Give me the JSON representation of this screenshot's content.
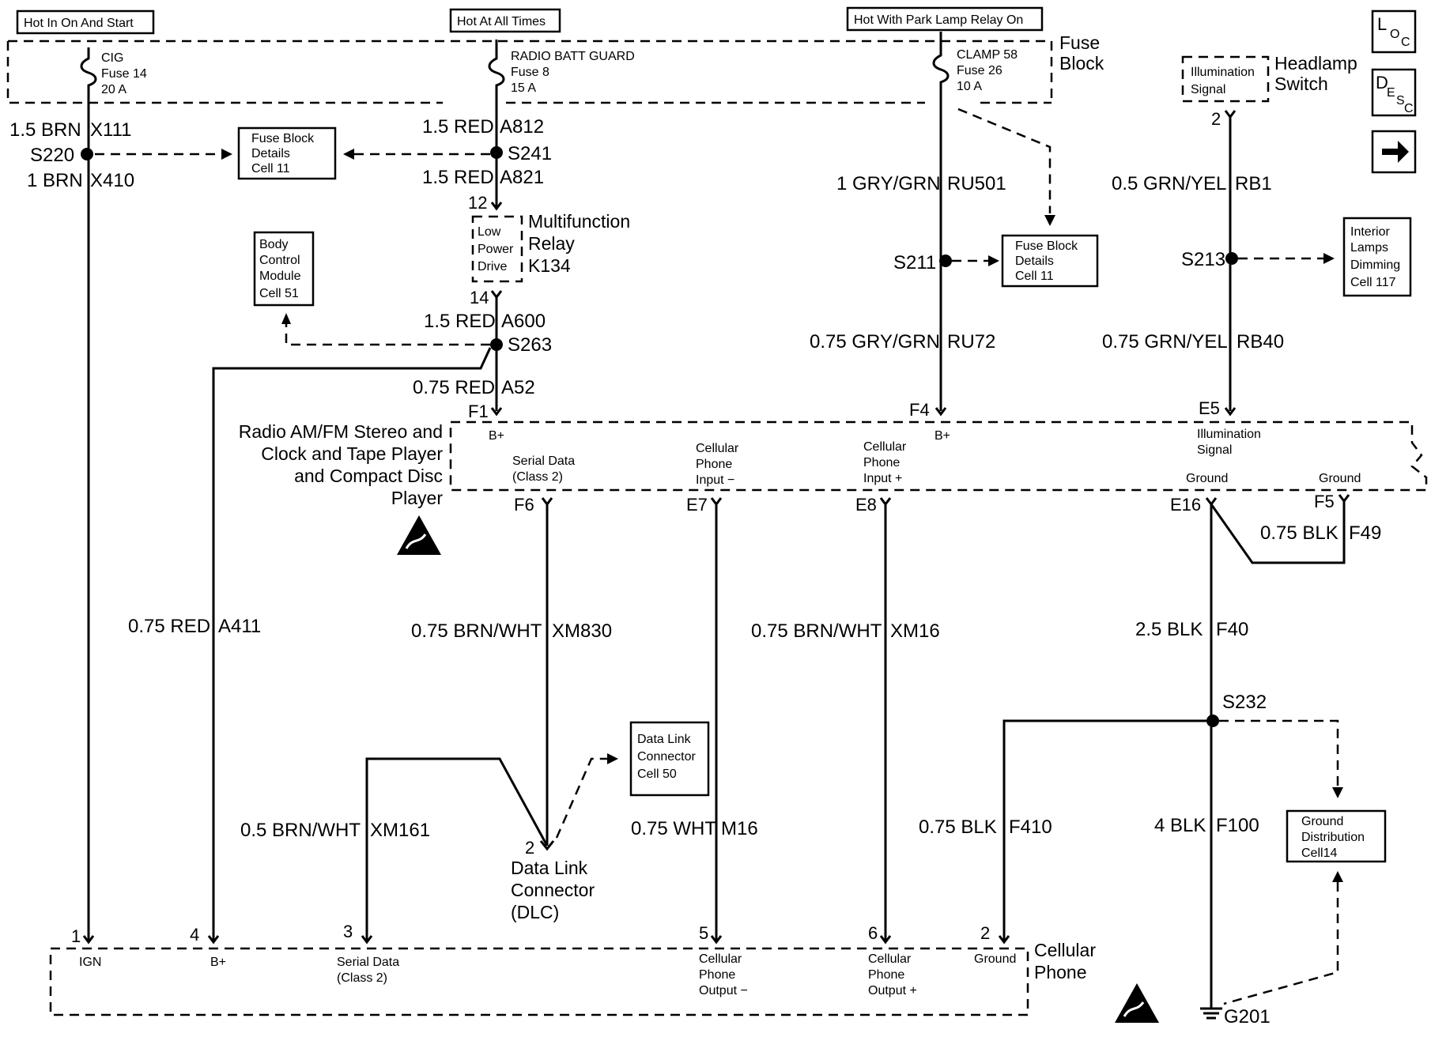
{
  "power_headers": {
    "hot_in_on_and_start": "Hot In On And Start",
    "hot_at_all_times": "Hot At All Times",
    "hot_with_park_lamp": "Hot With Park Lamp Relay On"
  },
  "legend": {
    "loc": [
      "L",
      "O",
      "C"
    ],
    "desc": [
      "D",
      "E",
      "S",
      "C"
    ],
    "arrow_icon": "right-arrow-icon"
  },
  "fuse_block": {
    "title": [
      "Fuse",
      "Block"
    ],
    "fuses": [
      {
        "name": "CIG",
        "fuse": "Fuse 14",
        "rating": "20 A"
      },
      {
        "name": "RADIO BATT GUARD",
        "fuse": "Fuse 8",
        "rating": "15 A"
      },
      {
        "name": "CLAMP 58",
        "fuse": "Fuse 26",
        "rating": "10 A"
      }
    ]
  },
  "headlamp_switch": {
    "box": [
      "Illumination",
      "Signal"
    ],
    "title": [
      "Headlamp",
      "Switch"
    ],
    "pin": "2"
  },
  "wires": {
    "brn_x111": [
      "1.5 BRN",
      "X111"
    ],
    "brn_x410": [
      "1 BRN",
      "X410"
    ],
    "red_a812": [
      "1.5 RED",
      "A812"
    ],
    "red_a821": [
      "1.5 RED",
      "A821"
    ],
    "red_a600": [
      "1.5 RED",
      "A600"
    ],
    "red_a52": [
      "0.75 RED",
      "A52"
    ],
    "red_a411": [
      "0.75 RED",
      "A411"
    ],
    "gry_ru501": [
      "1 GRY/GRN",
      "RU501"
    ],
    "gry_ru72": [
      "0.75 GRY/GRN",
      "RU72"
    ],
    "grn_rb1": [
      "0.5 GRN/YEL",
      "RB1"
    ],
    "grn_rb40": [
      "0.75 GRN/YEL",
      "RB40"
    ],
    "brn_xm830": [
      "0.75 BRN/WHT",
      "XM830"
    ],
    "brn_xm16": [
      "0.75 BRN/WHT",
      "XM16"
    ],
    "brn_xm161": [
      "0.5 BRN/WHT",
      "XM161"
    ],
    "wht_m16": [
      "0.75 WHT",
      "M16"
    ],
    "blk_f49": [
      "0.75 BLK",
      "F49"
    ],
    "blk_f40": [
      "2.5 BLK",
      "F40"
    ],
    "blk_f410": [
      "0.75 BLK",
      "F410"
    ],
    "blk_f100": [
      "4 BLK",
      "F100"
    ]
  },
  "splices": {
    "s220": "S220",
    "s241": "S241",
    "s263": "S263",
    "s211": "S211",
    "s213": "S213",
    "s232": "S232"
  },
  "ground": "G201",
  "ref_boxes": {
    "fuse_block_details_1": [
      "Fuse Block",
      "Details",
      "Cell 11"
    ],
    "fuse_block_details_2": [
      "Fuse Block",
      "Details",
      "Cell 11"
    ],
    "body_control_module": [
      "Body",
      "Control",
      "Module",
      "Cell 51"
    ],
    "interior_lamps": [
      "Interior",
      "Lamps",
      "Dimming",
      "Cell 117"
    ],
    "data_link_connector": [
      "Data Link",
      "Connector",
      "Cell 50"
    ],
    "ground_distribution": [
      "Ground",
      "Distribution",
      "Cell14"
    ]
  },
  "relay": {
    "box": [
      "Low",
      "Power",
      "Drive"
    ],
    "title": [
      "Multifunction",
      "Relay",
      "K134"
    ],
    "pin_in": "12",
    "pin_out": "14"
  },
  "radio": {
    "title": [
      "Radio AM/FM Stereo and",
      "Clock and Tape Player",
      "and Compact Disc",
      "Player"
    ],
    "pins": {
      "f1": "F1",
      "f4": "F4",
      "e5": "E5",
      "f6": "F6",
      "e7": "E7",
      "e8": "E8",
      "e16": "E16",
      "f5": "F5"
    },
    "bplus": "B+",
    "labels": {
      "serial_data": [
        "Serial Data",
        "(Class 2)"
      ],
      "cell_in_minus": [
        "Cellular",
        "Phone",
        "Input −"
      ],
      "cell_in_plus": [
        "Cellular",
        "Phone",
        "Input +"
      ],
      "illum": [
        "Illumination",
        "Signal"
      ],
      "ground1": "Ground",
      "ground2": "Ground"
    }
  },
  "dlc": {
    "pin": "2",
    "title": [
      "Data Link",
      "Connector",
      "(DLC)"
    ]
  },
  "cellular_phone": {
    "title": [
      "Cellular",
      "Phone"
    ],
    "pins": {
      "p1": "1",
      "p4": "4",
      "p3": "3",
      "p5": "5",
      "p6": "6",
      "p2": "2"
    },
    "labels": {
      "ign": "IGN",
      "bplus": "B+",
      "serial": [
        "Serial Data",
        "(Class 2)"
      ],
      "out_minus": [
        "Cellular",
        "Phone",
        "Output −"
      ],
      "out_plus": [
        "Cellular",
        "Phone",
        "Output +"
      ],
      "ground": "Ground"
    }
  }
}
